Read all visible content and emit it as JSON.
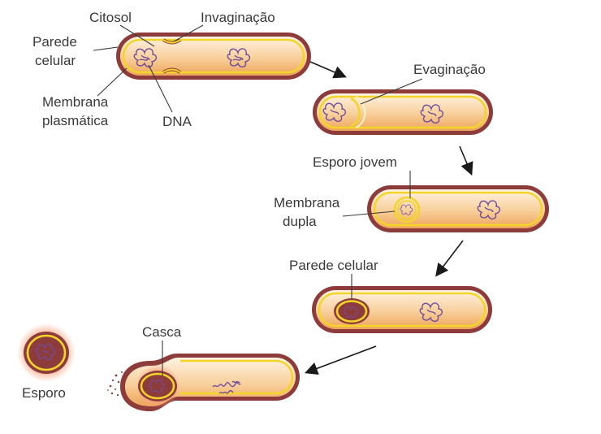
{
  "labels": {
    "citosol": "Citosol",
    "invaginacao": "Invaginação",
    "parede_celular_1": "Parede",
    "parede_celular_2": "celular",
    "membrana_plasmatica_1": "Membrana",
    "membrana_plasmatica_2": "plasmática",
    "dna": "DNA",
    "evaginacao": "Evaginação",
    "esporo_jovem": "Esporo jovem",
    "membrana_dupla_1": "Membrana",
    "membrana_dupla_2": "dupla",
    "parede_celular_stage4": "Parede celular",
    "casca": "Casca",
    "esporo": "Esporo"
  },
  "colors": {
    "cell_wall": "#8e3b3b",
    "cytoplasm_light": "#fff1df",
    "cytoplasm_dark": "#f0b26a",
    "membrane": "#f3d52a",
    "dna": "#6f4e9e",
    "spore_glow": "#f08a6a",
    "arrow": "#1a1a1a"
  }
}
